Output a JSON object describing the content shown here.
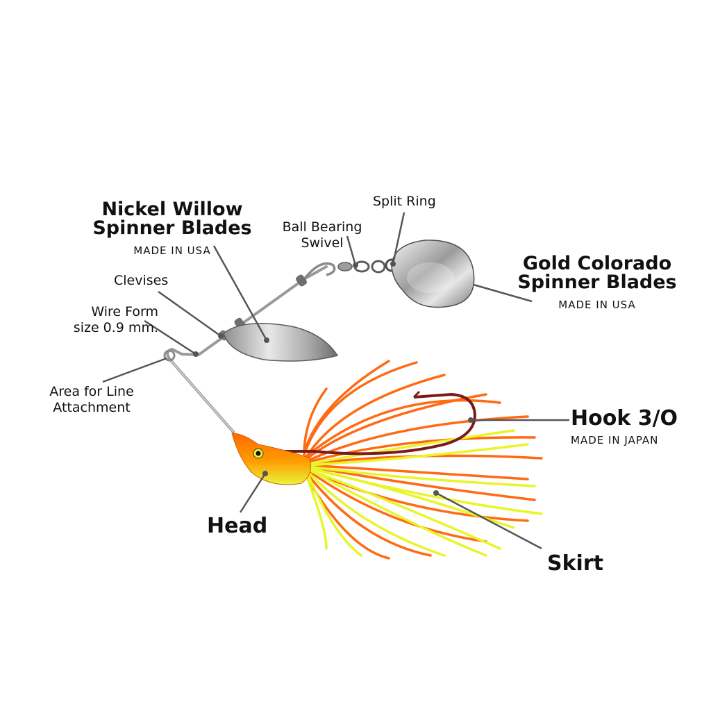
{
  "labels": {
    "nickel_willow": {
      "title": "Nickel Willow\nSpinner Blades",
      "origin": "MADE IN USA"
    },
    "clevises": "Clevises",
    "wire_form": "Wire Form\nsize 0.9 mm.",
    "line_attachment": "Area for Line\nAttachment",
    "ball_bearing": "Ball Bearing\nSwivel",
    "split_ring": "Split Ring",
    "gold_colorado": {
      "title": "Gold Colorado\nSpinner Blades",
      "origin": "MADE IN USA"
    },
    "hook": {
      "title": "Hook 3/O",
      "origin": "MADE IN JAPAN"
    },
    "head": "Head",
    "skirt": "Skirt"
  },
  "colors": {
    "skirt_orange": "#ff6a13",
    "skirt_yellow": "#e8f52a",
    "head_orange": "#ff7a00",
    "hook": "#7a1a1a",
    "blade_silver": "#c9c9c9",
    "leader_line": "#555555"
  }
}
